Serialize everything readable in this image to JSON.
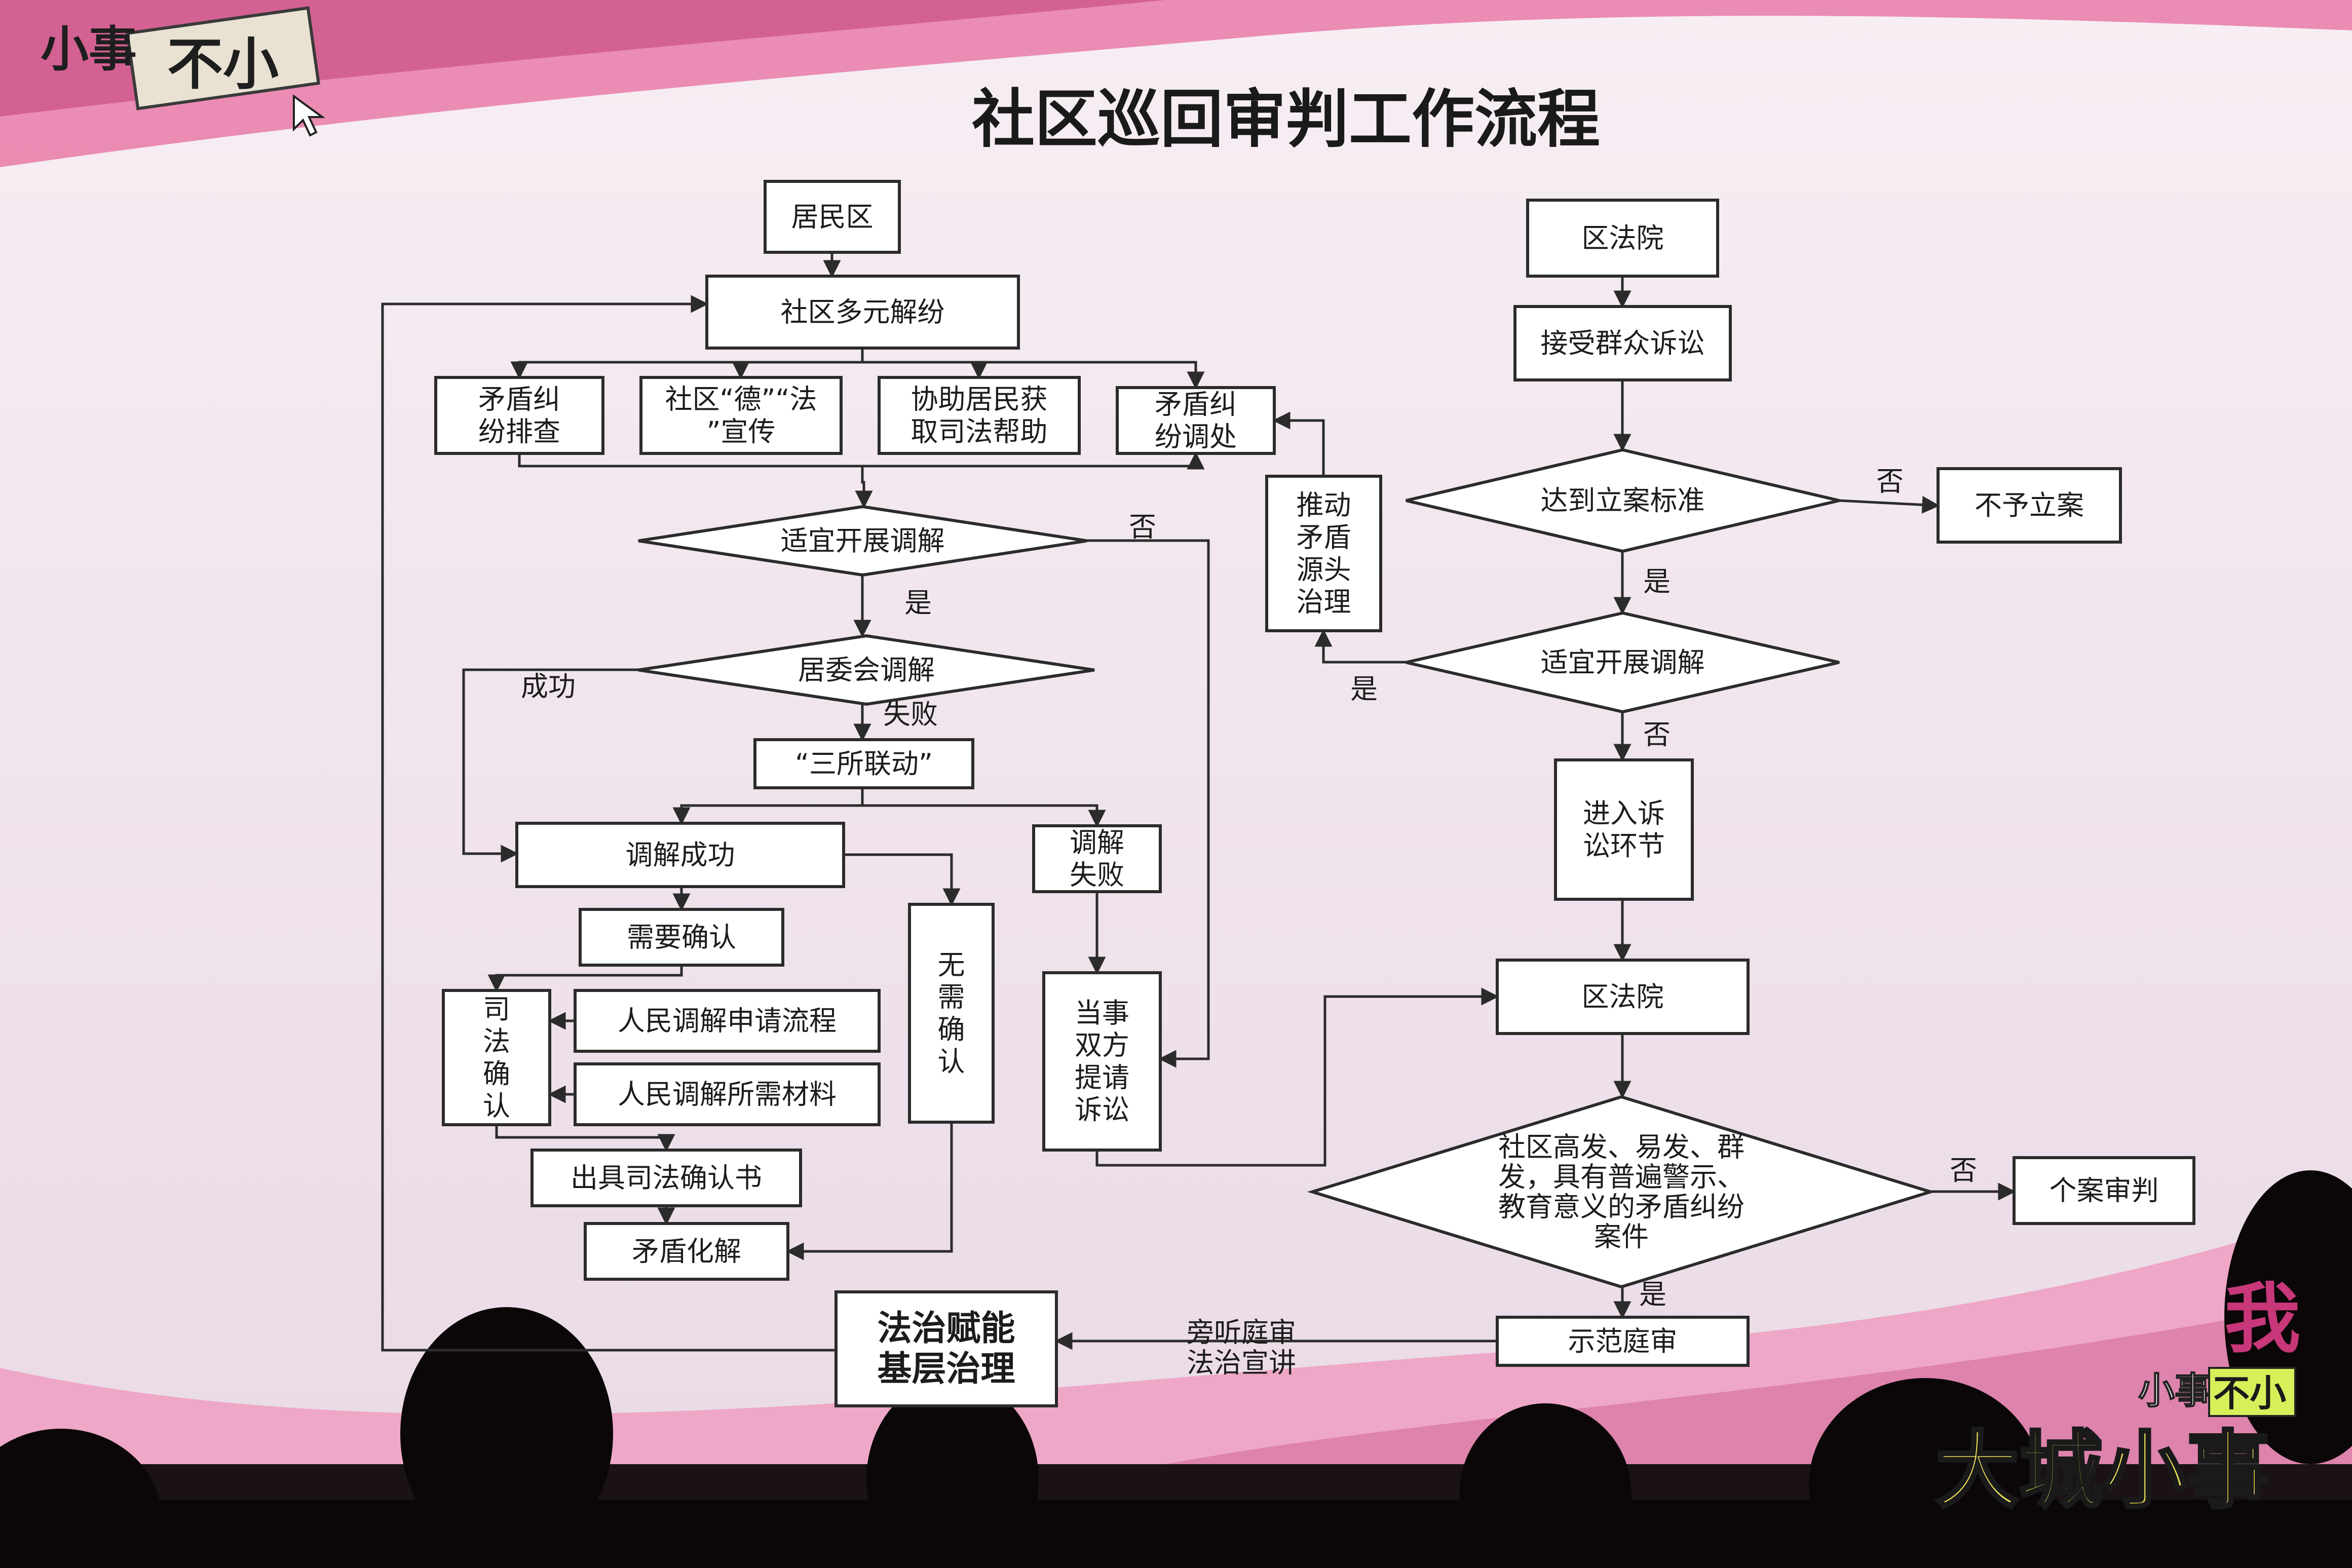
{
  "title": "社区巡回审判工作流程",
  "branding": {
    "top_left_logo": [
      "小事",
      "不小"
    ],
    "bottom_right_logo": [
      "我",
      "小事",
      "不小",
      "大城小事"
    ]
  },
  "nodes": {
    "juminqu": [
      "居民区"
    ],
    "shequ_duoyuan": [
      "社区多元解纷"
    ],
    "maodun_paicha": [
      "矛盾纠",
      "纷排查"
    ],
    "shequ_defa": [
      "社区“德”“法",
      "”宣传"
    ],
    "xiezhu": [
      "协助居民获",
      "取司法帮助"
    ],
    "maodun_tiaochu": [
      "矛盾纠",
      "纷调处"
    ],
    "tuidong": [
      "推动",
      "矛盾",
      "源头",
      "治理"
    ],
    "shiyi_left": [
      "适宜开展调解"
    ],
    "juweihui": [
      "居委会调解"
    ],
    "sansuo": [
      "“三所联动”"
    ],
    "tiaojie_chenggong": [
      "调解成功"
    ],
    "tiaojie_shibai": [
      "调解",
      "失败"
    ],
    "xuyao_queren": [
      "需要确认"
    ],
    "wuxu_queren": [
      "无",
      "需",
      "确",
      "认"
    ],
    "sifa_queren": [
      "司",
      "法",
      "确",
      "认"
    ],
    "renmin_liucheng": [
      "人民调解申请流程"
    ],
    "renmin_cailiao": [
      "人民调解所需材料"
    ],
    "chuju": [
      "出具司法确认书"
    ],
    "maodun_huajie": [
      "矛盾化解"
    ],
    "dangshi": [
      "当事",
      "双方",
      "提请",
      "诉讼"
    ],
    "fazhi": [
      "法治赋能",
      "基层治理"
    ],
    "qu_fayuan_top": [
      "区法院"
    ],
    "jieshou": [
      "接受群众诉讼"
    ],
    "dadao": [
      "达到立案标准"
    ],
    "buyu": [
      "不予立案"
    ],
    "shiyi_right": [
      "适宜开展调解"
    ],
    "jinru": [
      "进入诉",
      "讼环节"
    ],
    "qu_fayuan_mid": [
      "区法院"
    ],
    "shequ_gaofa": [
      "社区高发、易发、群",
      "发，具有普遍警示、",
      "教育意义的矛盾纠纷",
      "案件"
    ],
    "gean": [
      "个案审判"
    ],
    "shifan": [
      "示范庭审"
    ]
  },
  "edge_labels": {
    "fou_left": "否",
    "shi_left": "是",
    "chenggong": "成功",
    "shibai": "失败",
    "fou_dadao": "否",
    "shi_dadao": "是",
    "shi_right": "是",
    "fou_right": "否",
    "fou_gaofa": "否",
    "shi_gaofa": "是",
    "pangting": "旁听庭审",
    "xuanjiang": "法治宣讲"
  }
}
